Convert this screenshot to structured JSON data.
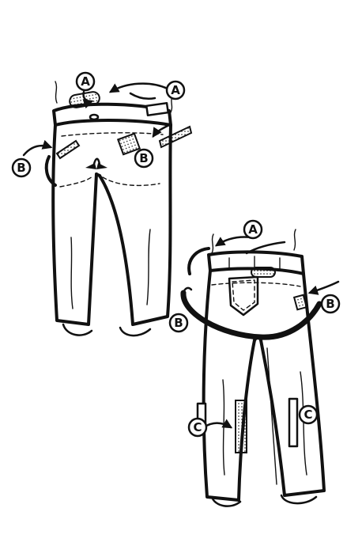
{
  "colors": {
    "ink": "#111111",
    "paper": "#ffffff"
  },
  "labels": {
    "front_a_left": "A",
    "front_a_right": "A",
    "front_b_left": "B",
    "front_b_right": "B",
    "back_a": "A",
    "back_b_left": "B",
    "back_b_right": "B",
    "back_c_left": "C",
    "back_c_right": "C"
  }
}
